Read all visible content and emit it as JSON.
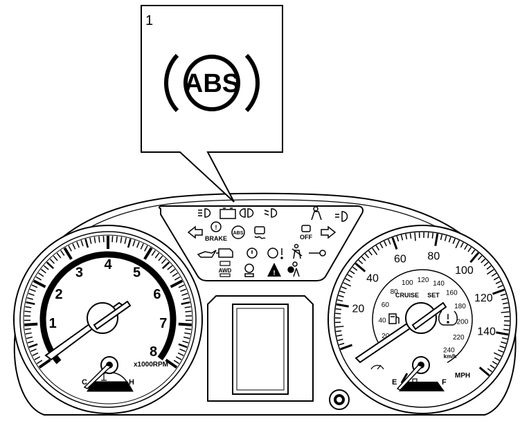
{
  "callout": {
    "number": "1",
    "warning_label": "ABS"
  },
  "tachometer": {
    "numbers": [
      "1",
      "2",
      "3",
      "4",
      "5",
      "6",
      "7",
      "8"
    ],
    "unit": "x1000RPM",
    "temp_cold": "C",
    "temp_hot": "H"
  },
  "speedometer": {
    "mph_numbers": [
      "20",
      "40",
      "60",
      "80",
      "100",
      "120",
      "140"
    ],
    "kmh_numbers": [
      "20",
      "40",
      "60",
      "80",
      "100",
      "120",
      "140",
      "160",
      "180",
      "200",
      "220",
      "240"
    ],
    "kmh_unit": "km/h",
    "mph_unit": "MPH",
    "cruise_label": "CRUISE",
    "set_label": "SET",
    "fuel_empty": "E",
    "fuel_full": "F"
  },
  "indicator_panel": {
    "brake_label": "BRAKE",
    "abs_small_label": "ABS",
    "off_label": "OFF",
    "awd_label": "AWD"
  }
}
